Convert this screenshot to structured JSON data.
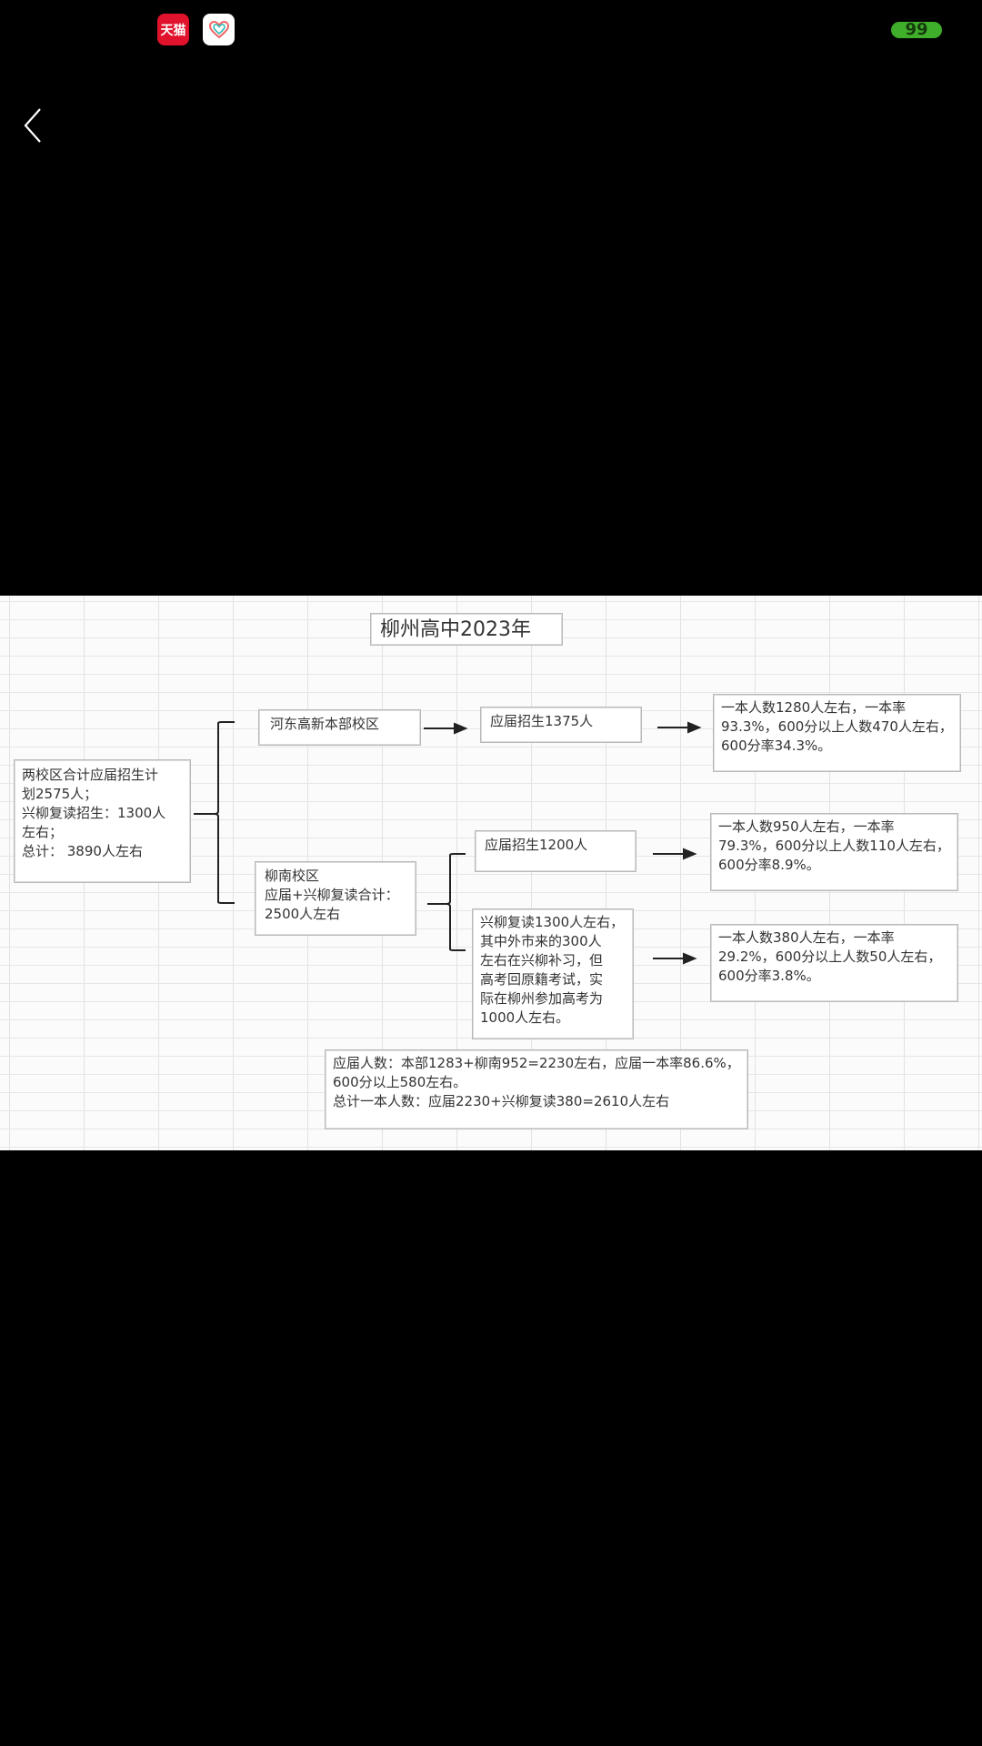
{
  "status_bar": {
    "app1_label": "天猫",
    "battery": "99",
    "accent": "#3fae2a"
  },
  "nav": {
    "back_icon": "chevron-left-icon"
  },
  "diagram": {
    "title": "柳州高中2023年",
    "left_box": [
      "两校区合计应届招生计",
      "划2575人；",
      "兴柳复读招生：1300人",
      "左右；",
      "总计：  3890人左右"
    ],
    "campus_hedong": "河东高新本部校区",
    "hedong_enroll": "应届招生1375人",
    "hedong_result": [
      "一本人数1280人左右，一本率",
      "93.3%，600分以上人数470人左右，",
      "600分率34.3%。"
    ],
    "campus_liunan": [
      "柳南校区",
      "应届+兴柳复读合计：",
      "2500人左右"
    ],
    "liunan_enroll": "应届招生1200人",
    "liunan_result": [
      "一本人数950人左右，一本率",
      "79.3%，600分以上人数110人左右，",
      "600分率8.9%。"
    ],
    "xingliu_box": [
      "兴柳复读1300人左右，",
      "其中外市来的300人",
      "左右在兴柳补习，但",
      "高考回原籍考试，实",
      "际在柳州参加高考为",
      "1000人左右。"
    ],
    "xingliu_result": [
      "一本人数380人左右，一本率",
      "29.2%，600分以上人数50人左右，",
      "600分率3.8%。"
    ],
    "summary": [
      "应届人数：本部1283+柳南952=2230左右，应届一本率86.6%，",
      "600分以上580左右。",
      "总计一本人数：应届2230+兴柳复读380=2610人左右"
    ]
  }
}
